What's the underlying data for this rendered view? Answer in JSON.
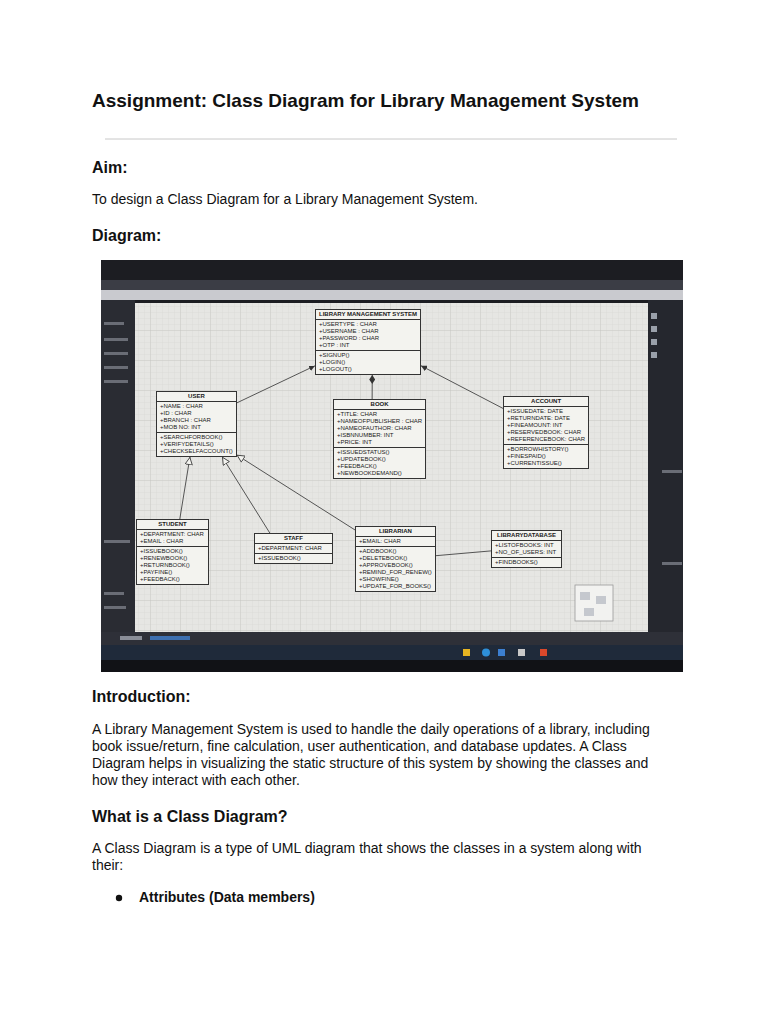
{
  "diagram": {
    "title": "Assignment: Class Diagram for Library Management System",
    "nodes": [
      {
        "text": [
          "LIBRARY MANAGEMENT SYSTEM",
          "+USERTYPE : CHAR",
          "+USERNAME : CHAR",
          "+PASSWORD : CHAR",
          "+OTP : INT",
          "+SIGNUP()",
          "+LOGIN()",
          "+LOGOUT()"
        ]
      },
      {
        "text": [
          "USER",
          "+NAME : CHAR",
          "+ID : CHAR",
          "+BRANCH : CHAR",
          "+MOB NO: INT",
          "+SEARCHFORBOOK()",
          "+VERIFYDETAILS()",
          "+CHECKSELFACCOUNT()"
        ]
      },
      {
        "text": [
          "BOOK",
          "+TITLE: CHAR",
          "+NAMEOFPUBLISHER : CHAR",
          "+NAMEOFAUTHOR: CHAR",
          "+ISBNNUMBER: INT",
          "+PRICE: INT",
          "+ISSUEDSTATUS()",
          "+UPDATEBOOK()",
          "+FEEDBACK()",
          "+NEWBOOKDEMAND()"
        ]
      },
      {
        "text": [
          "ACCOUNT",
          "+ISSUEDATE: DATE",
          "+RETURNDATE: DATE",
          "+FINEAMOUNT: INT",
          "+RESERVEDBOOK: CHAR",
          "+REFERENCEBOOK: CHAR",
          "+BORROWHISTORY()",
          "+FINESPAID()",
          "+CURRENTISSUE()"
        ]
      },
      {
        "text": [
          "STUDENT",
          "+DEPARTMENT: CHAR",
          "+EMAIL : CHAR",
          "+ISSUEBOOK()",
          "+RENEWBOOK()",
          "+RETURNBOOK()",
          "+PAYFINE()",
          "+FEEDBACK()"
        ]
      },
      {
        "text": [
          "STAFF",
          "+DEPARTMENT: CHAR",
          "+ISSUEBOOK()"
        ]
      },
      {
        "text": [
          "LIBRARIAN",
          "+EMAIL: CHAR",
          "+ADDBOOK()",
          "+DELETEBOOK()",
          "+APPROVEBOOK()",
          "+REMIND_FOR_RENEW()",
          "+SHOWFINE()",
          "+UPDATE_FOR_BOOKS()"
        ]
      },
      {
        "text": [
          "LIBRARYDATABASE",
          "+LISTOFBOOKS: INT",
          "+NO_OF_USERS: INT",
          "+FINDBOOKS()"
        ]
      }
    ],
    "edges": [
      {
        "from": 1,
        "to": 0,
        "arrow": "to"
      },
      {
        "from": 2,
        "to": 0,
        "arrow": "to"
      },
      {
        "from": 3,
        "to": 0,
        "arrow": "to"
      },
      {
        "from": 4,
        "to": 1,
        "arrow": "to"
      },
      {
        "from": 5,
        "to": 1,
        "arrow": "to"
      },
      {
        "from": 6,
        "to": 1,
        "arrow": "to"
      },
      {
        "from": 6,
        "to": 7,
        "arrow": "none"
      }
    ],
    "labels": [
      "Aim:",
      "To design a Class Diagram for a Library Management System.",
      "Diagram:",
      "Introduction:",
      "A Library Management System is used to handle the daily operations of a library, including book issue/return, fine calculation, user authentication, and database updates. A Class Diagram helps in visualizing the static structure of this system by showing the classes and how they interact with each other.",
      "What is a Class Diagram?",
      "A Class Diagram is a type of UML diagram that shows the classes in a system along with their:",
      "Attributes (Data members)"
    ]
  }
}
